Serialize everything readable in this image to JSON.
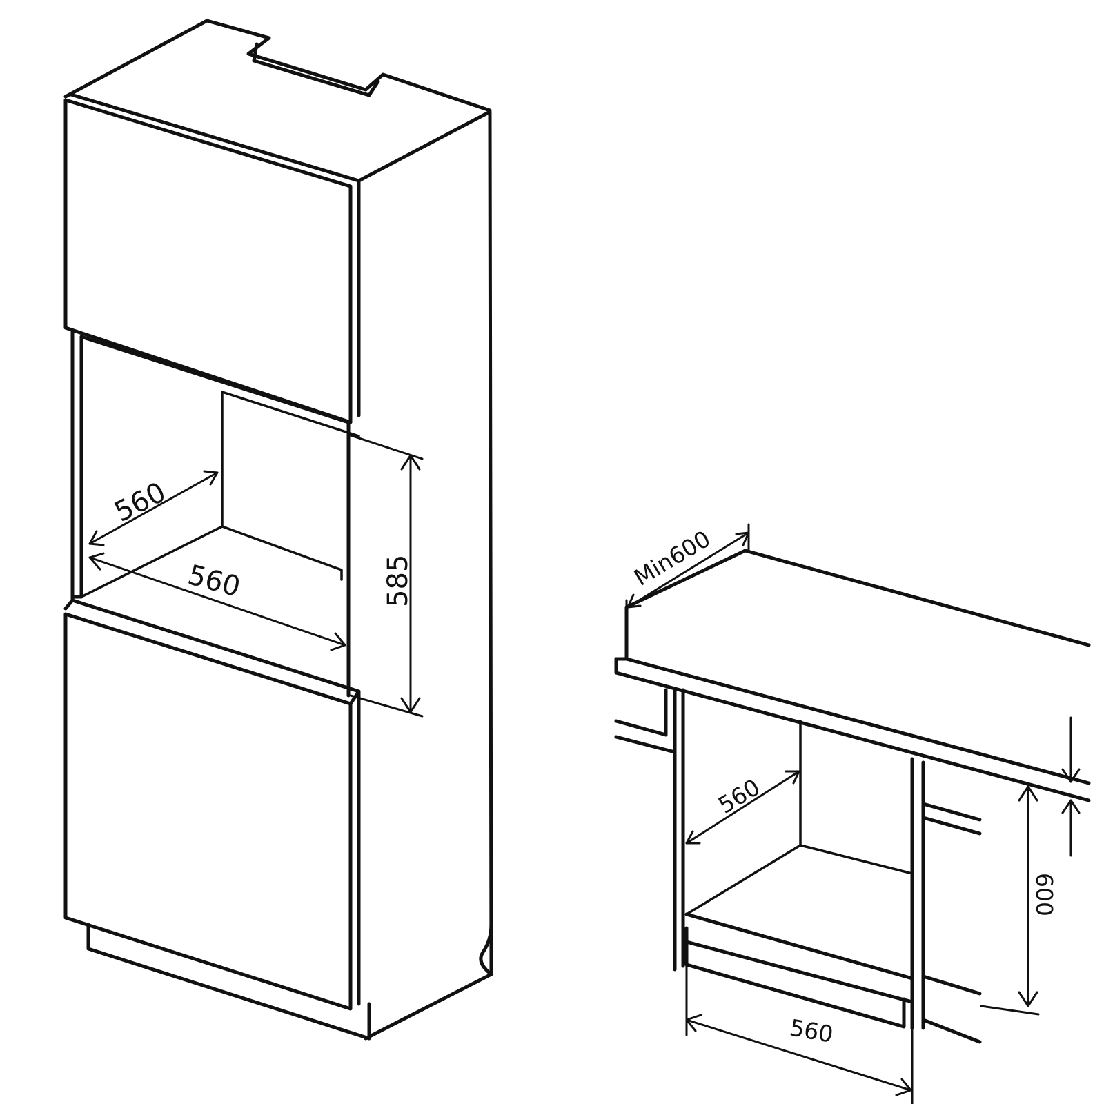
{
  "tall_cabinet": {
    "width_label": "560",
    "depth_label": "560",
    "height_label": "585"
  },
  "under_counter": {
    "depth_label": "Min600",
    "inner_depth_label": "560",
    "width_label": "560",
    "height_label": "600"
  }
}
